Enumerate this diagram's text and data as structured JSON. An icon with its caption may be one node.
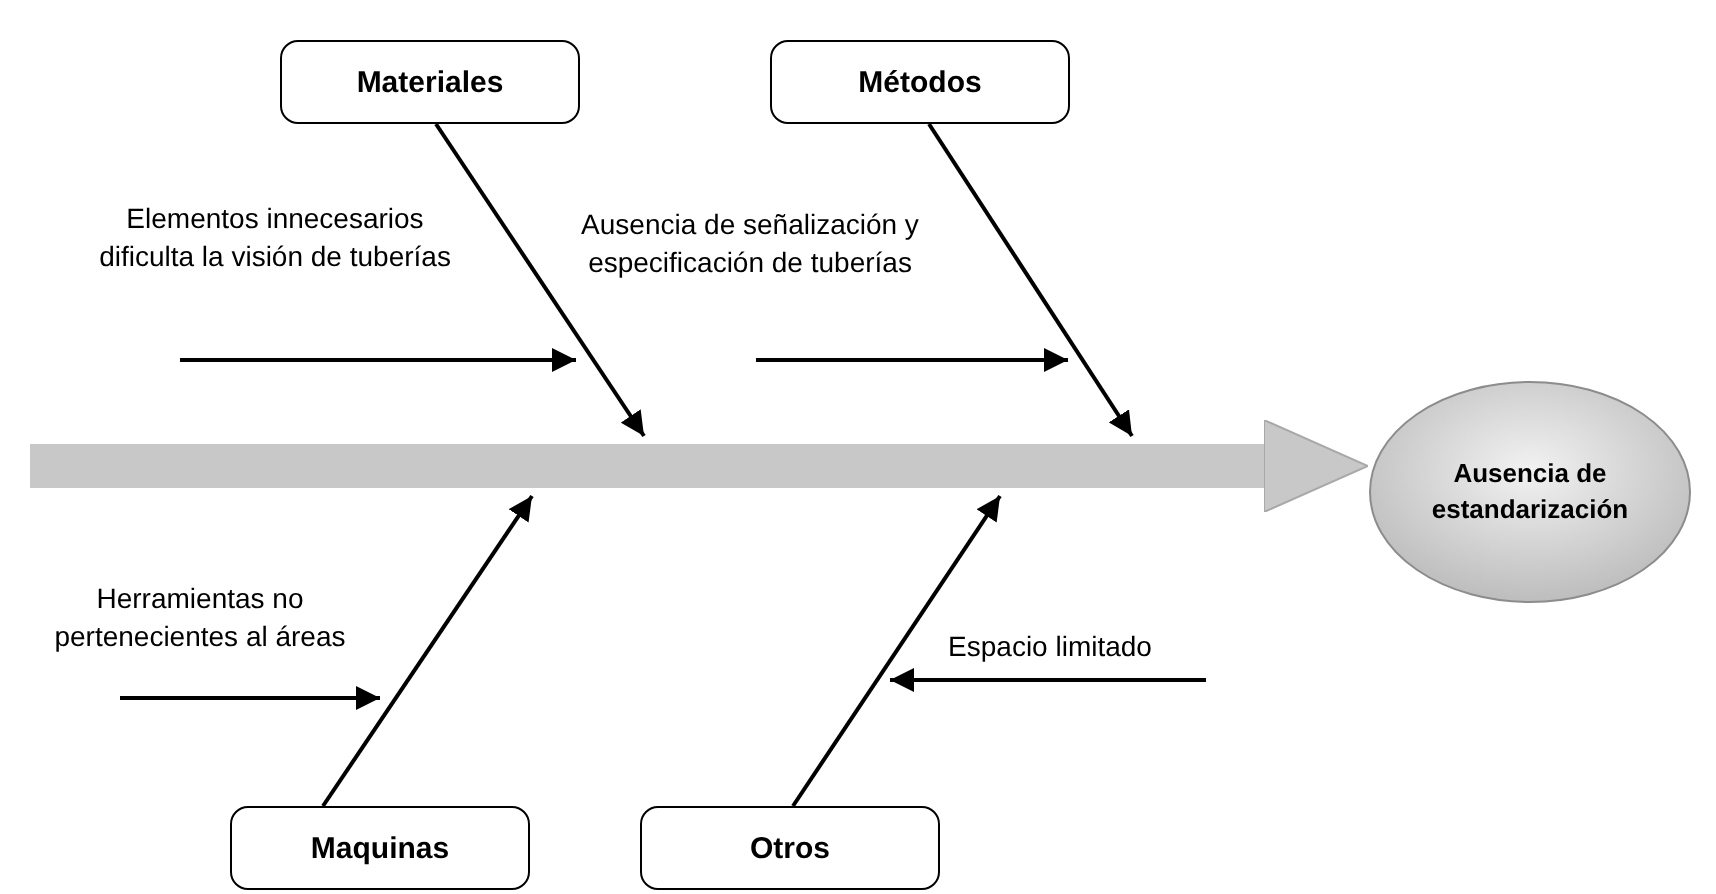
{
  "diagram": {
    "nodes": [
      {
        "text": [
          "Materiales"
        ]
      },
      {
        "text": [
          "Métodos"
        ]
      },
      {
        "text": [
          "Ausencia de estandarización"
        ]
      },
      {
        "text": [
          "Maquinas"
        ]
      },
      {
        "text": [
          "Otros"
        ]
      }
    ],
    "edges": [
      {
        "from": null,
        "to": 2,
        "arrow": "to",
        "style": "thick",
        "color": "#c8c8c8"
      },
      {
        "from": 0,
        "to": null,
        "arrow": "to"
      },
      {
        "from": 1,
        "to": null,
        "arrow": "to"
      },
      {
        "from": 3,
        "to": null,
        "arrow": "to"
      },
      {
        "from": 4,
        "to": null,
        "arrow": "to"
      }
    ],
    "labels": [
      "Elementos innecesarios dificulta la visión de tuberías",
      "Ausencia de señalización y especificación de tuberías",
      "Herramientas no pertenecientes al áreas",
      "Espacio limitado"
    ]
  }
}
